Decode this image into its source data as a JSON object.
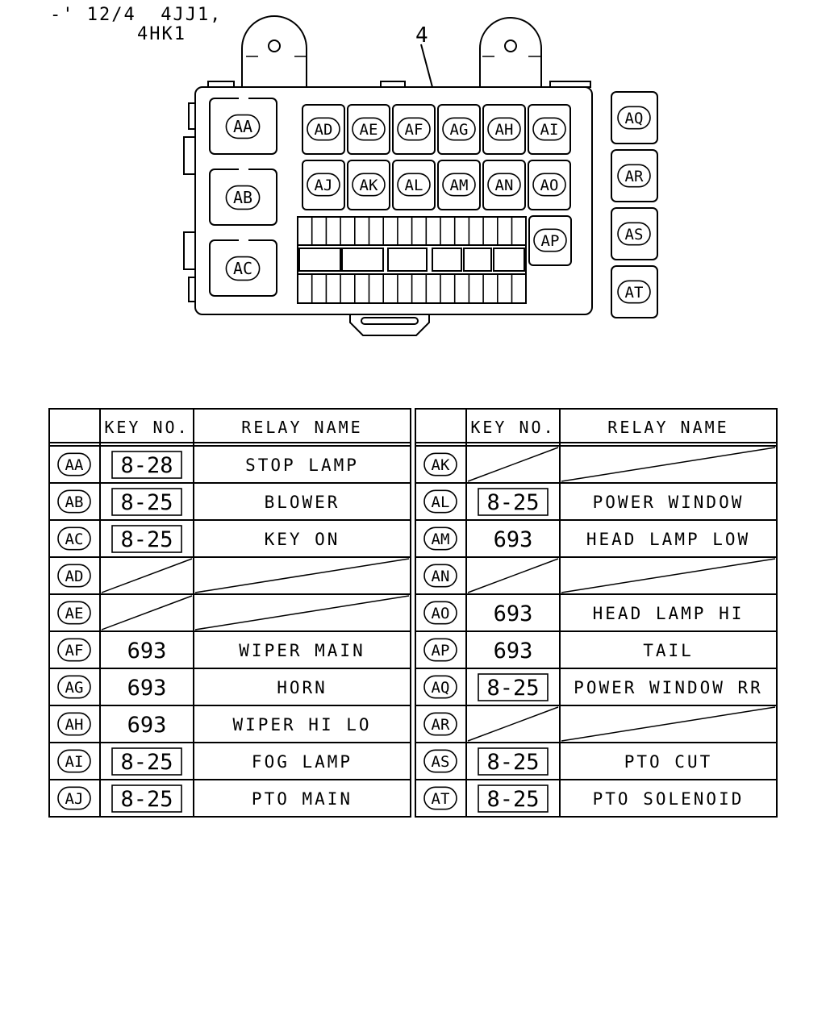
{
  "caption": {
    "line1": "-' 12/4  4JJ1,",
    "line2": "4HK1"
  },
  "diagram": {
    "callout": "4",
    "relays_left": [
      "AA",
      "AB",
      "AC"
    ],
    "relays_row1": [
      "AD",
      "AE",
      "AF",
      "AG",
      "AH",
      "AI"
    ],
    "relays_row2": [
      "AJ",
      "AK",
      "AL",
      "AM",
      "AN",
      "AO"
    ],
    "relay_ap": "AP",
    "relays_external": [
      "AQ",
      "AR",
      "AS",
      "AT"
    ]
  },
  "table": {
    "headers": {
      "key_no": "KEY NO.",
      "relay_name": "RELAY NAME"
    },
    "left": [
      {
        "id": "AA",
        "key": "8-28",
        "boxed": true,
        "name": "STOP LAMP"
      },
      {
        "id": "AB",
        "key": "8-25",
        "boxed": true,
        "name": "BLOWER"
      },
      {
        "id": "AC",
        "key": "8-25",
        "boxed": true,
        "name": "KEY ON"
      },
      {
        "id": "AD",
        "key": "",
        "boxed": false,
        "name": "",
        "empty": true
      },
      {
        "id": "AE",
        "key": "",
        "boxed": false,
        "name": "",
        "empty": true
      },
      {
        "id": "AF",
        "key": "693",
        "boxed": false,
        "name": "WIPER MAIN"
      },
      {
        "id": "AG",
        "key": "693",
        "boxed": false,
        "name": "HORN"
      },
      {
        "id": "AH",
        "key": "693",
        "boxed": false,
        "name": "WIPER HI LO"
      },
      {
        "id": "AI",
        "key": "8-25",
        "boxed": true,
        "name": "FOG LAMP"
      },
      {
        "id": "AJ",
        "key": "8-25",
        "boxed": true,
        "name": "PTO MAIN"
      }
    ],
    "right": [
      {
        "id": "AK",
        "key": "",
        "boxed": false,
        "name": "",
        "empty": true
      },
      {
        "id": "AL",
        "key": "8-25",
        "boxed": true,
        "name": "POWER WINDOW"
      },
      {
        "id": "AM",
        "key": "693",
        "boxed": false,
        "name": "HEAD LAMP LOW"
      },
      {
        "id": "AN",
        "key": "",
        "boxed": false,
        "name": "",
        "empty": true
      },
      {
        "id": "AO",
        "key": "693",
        "boxed": false,
        "name": "HEAD LAMP HI"
      },
      {
        "id": "AP",
        "key": "693",
        "boxed": false,
        "name": "TAIL"
      },
      {
        "id": "AQ",
        "key": "8-25",
        "boxed": true,
        "name": "POWER WINDOW RR"
      },
      {
        "id": "AR",
        "key": "",
        "boxed": false,
        "name": "",
        "empty": true
      },
      {
        "id": "AS",
        "key": "8-25",
        "boxed": true,
        "name": "PTO CUT"
      },
      {
        "id": "AT",
        "key": "8-25",
        "boxed": true,
        "name": "PTO SOLENOID"
      }
    ]
  }
}
